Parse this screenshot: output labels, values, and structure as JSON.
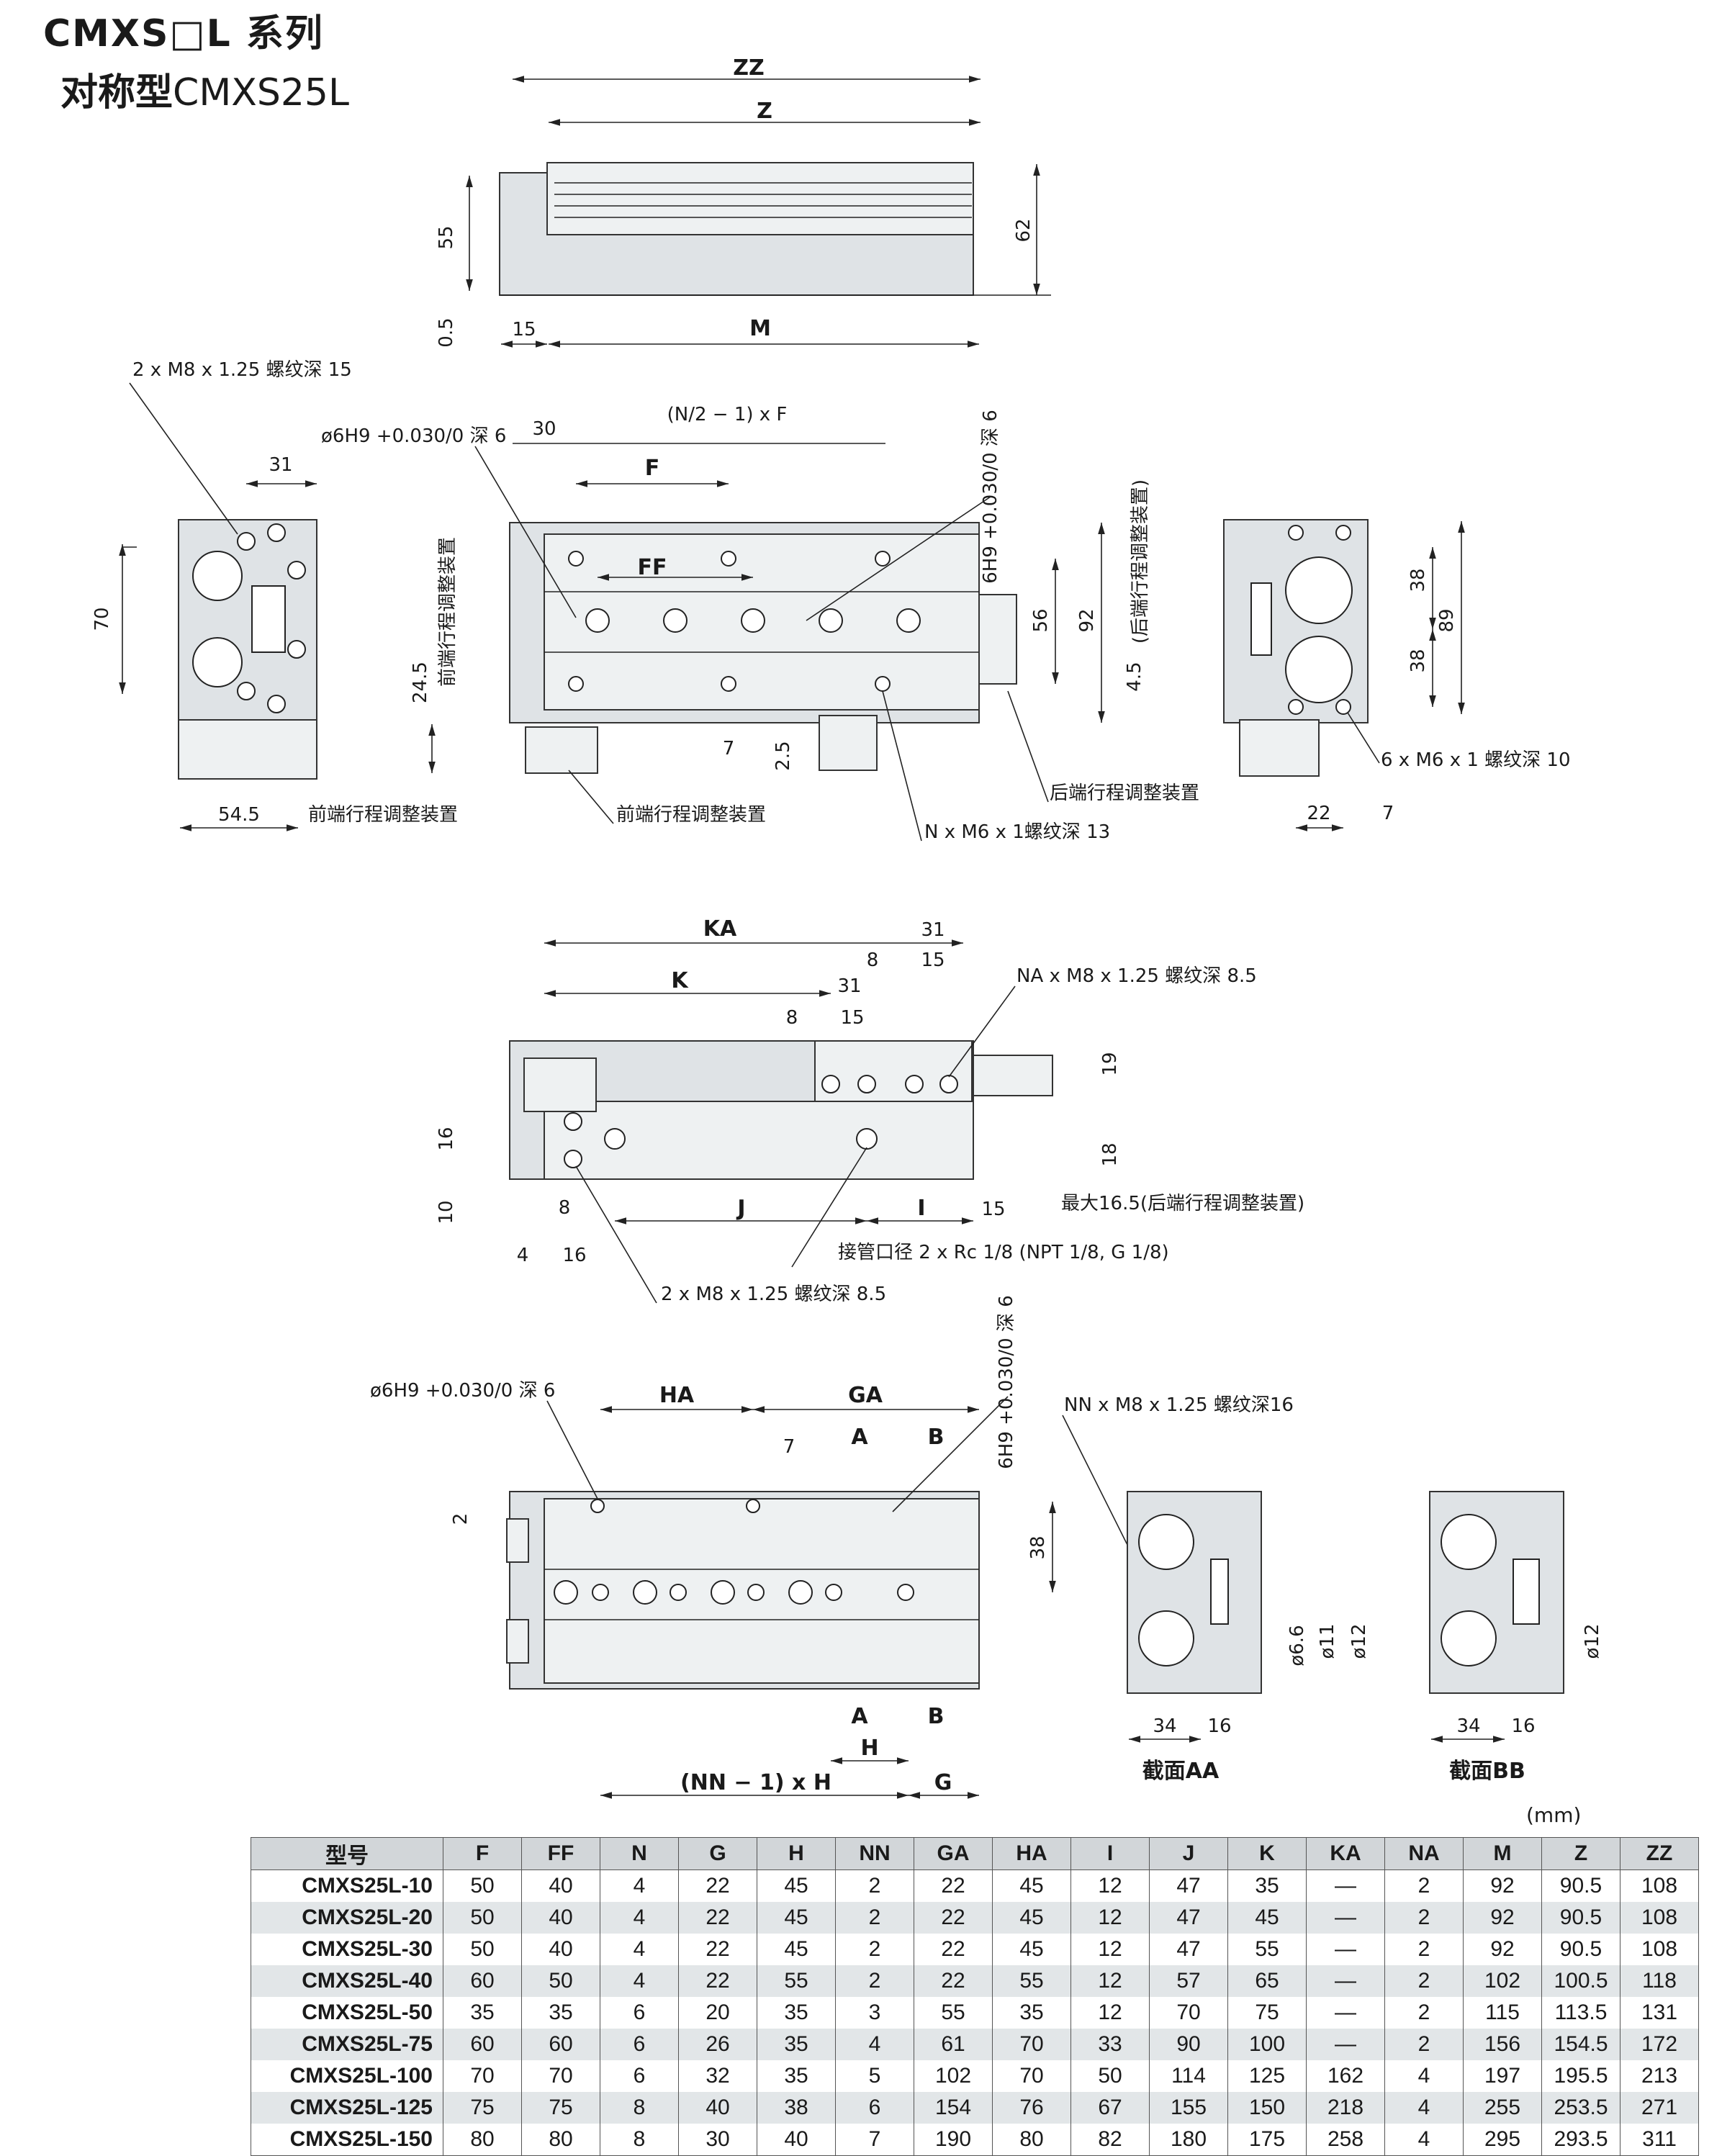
{
  "header": {
    "series": "CMXS□L 系列",
    "subtitle_prefix": "对称型",
    "subtitle_model": "CMXS25L"
  },
  "unit": "(mm)",
  "drawing_labels": {
    "zz": "ZZ",
    "z": "Z",
    "m": "M",
    "d55": "55",
    "d62": "62",
    "d05": "0.5",
    "d15": "15",
    "tap_2xm8": "2 x M8 x 1.25  螺纹深 15",
    "d31": "31",
    "d70": "70",
    "d545": "54.5",
    "front_adj": "前端行程调整装置",
    "pin_hole": "ø6H9 +0.030/0 深 6",
    "d30": "30",
    "nf": "(N/2 − 1) x F",
    "f": "F",
    "ff": "FF",
    "pin_hole_vert": "6H9 +0.030/0 深 6",
    "d245": "24.5",
    "front_adj_vert": "前端行程调整装置",
    "d7": "7",
    "d25": "2.5",
    "d56": "56",
    "d92": "92",
    "d45": "4.5",
    "rear_adj_vert": "(后端行程调整装置)",
    "rear_adj": "后端行程调整装置",
    "n_tap": "N x M6 x 1螺纹深 13",
    "d38": "38",
    "d89": "89",
    "tap_6xm6": "6 x M6 x 1 螺纹深 10",
    "d22": "22",
    "ka": "KA",
    "k": "K",
    "d8": "8",
    "na_tap": "NA x M8 x 1.25 螺纹深 8.5",
    "d19": "19",
    "d16": "16",
    "d18": "18",
    "d10": "10",
    "d4": "4",
    "j": "J",
    "i": "I",
    "max_rear": "最大16.5(后端行程调整装置)",
    "port": "接管口径 2 x Rc 1/8 (NPT 1/8, G 1/8)",
    "tap_2xm8_b": "2 x M8 x 1.25  螺纹深  8.5",
    "ha": "HA",
    "ga": "GA",
    "a": "A",
    "b": "B",
    "h": "H",
    "g": "G",
    "d2": "2",
    "nn_h": "(NN − 1) x H",
    "nn_tap": "NN x M8 x 1.25  螺纹深16",
    "phi66": "ø6.6",
    "phi11": "ø11",
    "phi12": "ø12",
    "d34": "34",
    "sec_aa": "截面AA",
    "sec_bb": "截面BB"
  },
  "table": {
    "headers": [
      "型号",
      "F",
      "FF",
      "N",
      "G",
      "H",
      "NN",
      "GA",
      "HA",
      "I",
      "J",
      "K",
      "KA",
      "NA",
      "M",
      "Z",
      "ZZ"
    ],
    "rows": [
      [
        "CMXS25L-10",
        "50",
        "40",
        "4",
        "22",
        "45",
        "2",
        "22",
        "45",
        "12",
        "47",
        "35",
        "—",
        "2",
        "92",
        "90.5",
        "108"
      ],
      [
        "CMXS25L-20",
        "50",
        "40",
        "4",
        "22",
        "45",
        "2",
        "22",
        "45",
        "12",
        "47",
        "45",
        "—",
        "2",
        "92",
        "90.5",
        "108"
      ],
      [
        "CMXS25L-30",
        "50",
        "40",
        "4",
        "22",
        "45",
        "2",
        "22",
        "45",
        "12",
        "47",
        "55",
        "—",
        "2",
        "92",
        "90.5",
        "108"
      ],
      [
        "CMXS25L-40",
        "60",
        "50",
        "4",
        "22",
        "55",
        "2",
        "22",
        "55",
        "12",
        "57",
        "65",
        "—",
        "2",
        "102",
        "100.5",
        "118"
      ],
      [
        "CMXS25L-50",
        "35",
        "35",
        "6",
        "20",
        "35",
        "3",
        "55",
        "35",
        "12",
        "70",
        "75",
        "—",
        "2",
        "115",
        "113.5",
        "131"
      ],
      [
        "CMXS25L-75",
        "60",
        "60",
        "6",
        "26",
        "35",
        "4",
        "61",
        "70",
        "33",
        "90",
        "100",
        "—",
        "2",
        "156",
        "154.5",
        "172"
      ],
      [
        "CMXS25L-100",
        "70",
        "70",
        "6",
        "32",
        "35",
        "5",
        "102",
        "70",
        "50",
        "114",
        "125",
        "162",
        "4",
        "197",
        "195.5",
        "213"
      ],
      [
        "CMXS25L-125",
        "75",
        "75",
        "8",
        "40",
        "38",
        "6",
        "154",
        "76",
        "67",
        "155",
        "150",
        "218",
        "4",
        "255",
        "253.5",
        "271"
      ],
      [
        "CMXS25L-150",
        "80",
        "80",
        "8",
        "30",
        "40",
        "7",
        "190",
        "80",
        "82",
        "180",
        "175",
        "258",
        "4",
        "295",
        "293.5",
        "311"
      ]
    ]
  }
}
